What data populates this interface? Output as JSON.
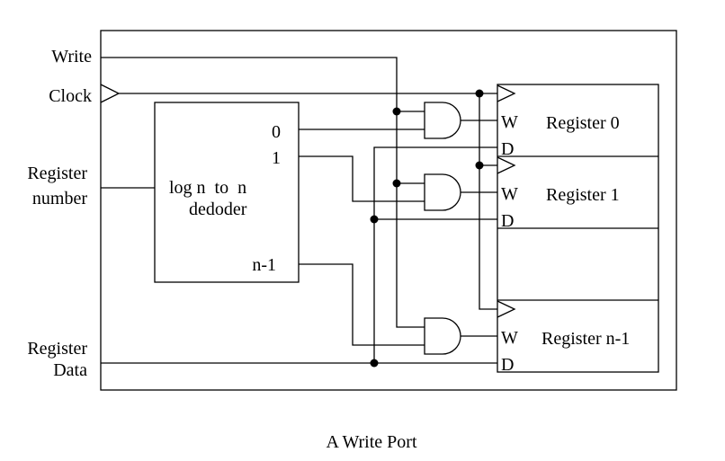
{
  "caption": "A Write Port",
  "inputs": {
    "write": "Write",
    "clock": "Clock",
    "register_number_line1": "Register",
    "register_number_line2": "number",
    "register_data_line1": "Register",
    "register_data_line2": "Data"
  },
  "decoder": {
    "label_line1": "log n  to  n",
    "label_line2": "dedoder",
    "outputs": [
      "0",
      "1",
      "n-1"
    ]
  },
  "registers": [
    {
      "name": "Register 0",
      "write_port": "W",
      "data_port": "D"
    },
    {
      "name": "Register 1",
      "write_port": "W",
      "data_port": "D"
    },
    {
      "name": "Register n-1",
      "write_port": "W",
      "data_port": "D"
    }
  ],
  "colors": {
    "line": "#000000",
    "background": "#ffffff"
  }
}
